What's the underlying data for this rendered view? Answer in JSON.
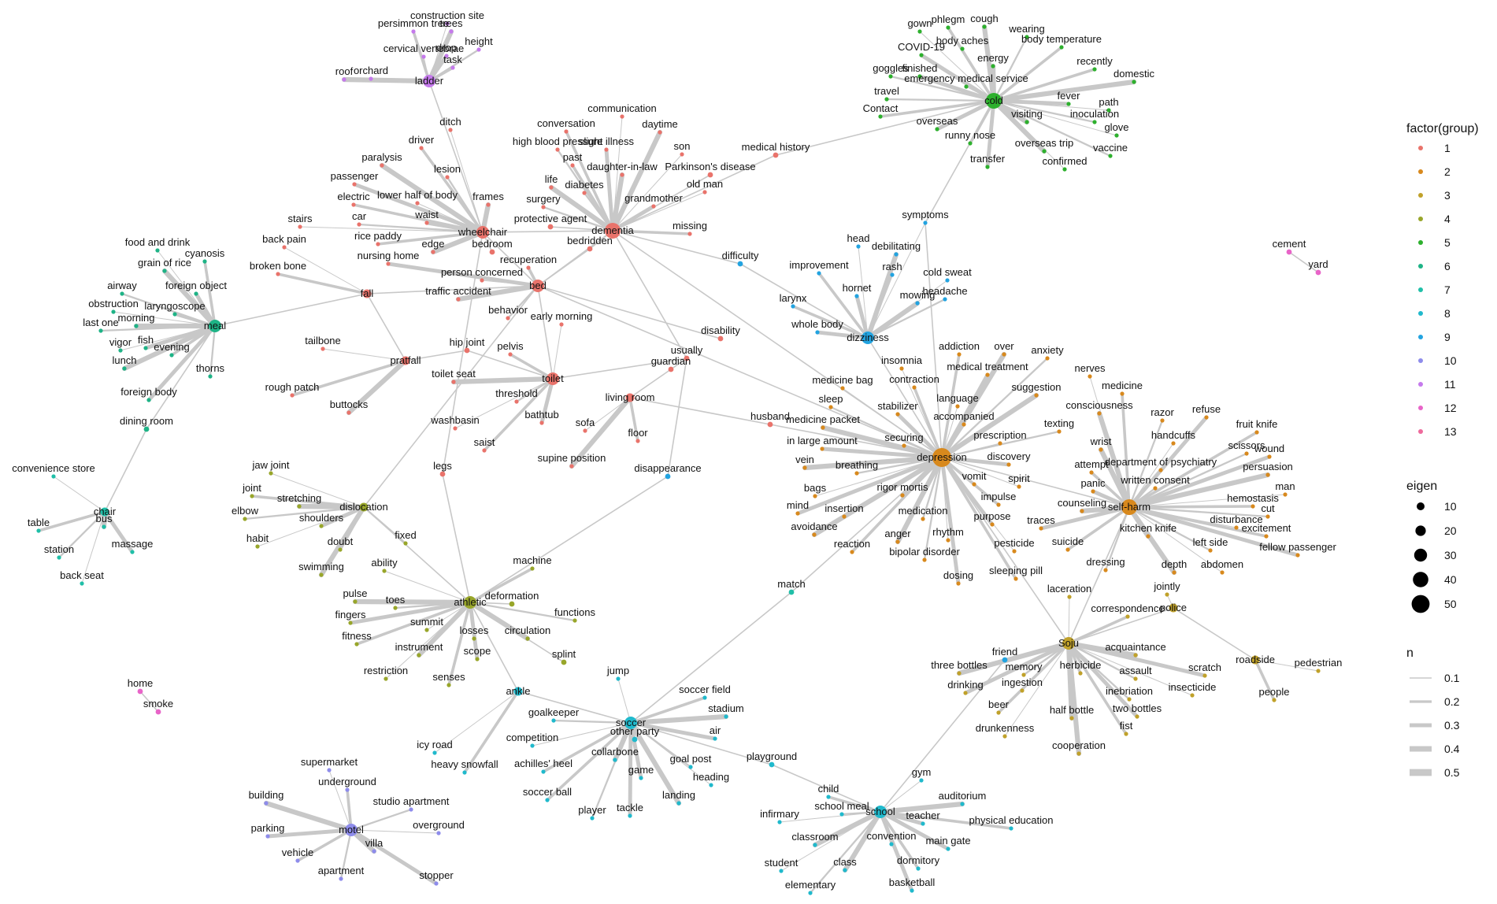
{
  "colors": {
    "1": "#E9736B",
    "2": "#D8891D",
    "3": "#C0A12A",
    "4": "#98A62A",
    "5": "#2DB02D",
    "6": "#1EB386",
    "7": "#20BFA8",
    "8": "#20B9CC",
    "9": "#22A3E0",
    "10": "#8E8CEB",
    "11": "#C57AEC",
    "12": "#E864C8",
    "13": "#EE6A9C"
  },
  "legend": {
    "group_title": "factor(group)",
    "groups": [
      "1",
      "2",
      "3",
      "4",
      "5",
      "6",
      "7",
      "8",
      "9",
      "10",
      "11",
      "12",
      "13"
    ],
    "eigen_title": "eigen",
    "eigen_values": [
      "10",
      "20",
      "30",
      "40",
      "50"
    ],
    "n_title": "n",
    "n_values": [
      "0.1",
      "0.2",
      "0.3",
      "0.4",
      "0.5"
    ]
  },
  "hubs": [
    {
      "id": "ladder",
      "label": "ladder",
      "group": "11",
      "size": "m",
      "leaves": [
        "construction site",
        "persimmon tree",
        "trees",
        "height",
        "drop",
        "cervical vertebrae",
        "task",
        "roof",
        "orchard"
      ]
    },
    {
      "id": "cold",
      "label": "cold",
      "group": "5",
      "size": "l",
      "leaves": [
        "gown",
        "phlegm",
        "cough",
        "wearing",
        "COVID-19",
        "body aches",
        "body temperature",
        "energy",
        "goggles",
        "finished",
        "emergency medical service",
        "recently",
        "domestic",
        "travel",
        "fever",
        "path",
        "Contact",
        "visiting",
        "inoculation",
        "overseas",
        "glove",
        "runny nose",
        "overseas trip",
        "vaccine",
        "transfer",
        "confirmed"
      ]
    },
    {
      "id": "dementia",
      "label": "dementia",
      "group": "1",
      "size": "l",
      "leaves": [
        "communication",
        "conversation",
        "daytime",
        "high blood pressure",
        "slight illness",
        "son",
        "past",
        "daughter-in-law",
        "diabetes",
        "grandmother",
        "old man",
        "missing",
        "life",
        "surgery"
      ]
    },
    {
      "id": "wheelchair",
      "label": "wheelchair",
      "group": "1",
      "size": "m",
      "leaves": [
        "ditch",
        "driver",
        "paralysis",
        "lesion",
        "passenger",
        "lower half of body",
        "electric",
        "frames",
        "car",
        "waist",
        "stairs",
        "rice paddy",
        "edge"
      ]
    },
    {
      "id": "bed",
      "label": "bed",
      "group": "1",
      "size": "m",
      "leaves": [
        "person concerned",
        "recuperation",
        "traffic accident",
        "behavior",
        "nursing home"
      ]
    },
    {
      "id": "fall",
      "label": "fall",
      "group": "1",
      "size": "s",
      "leaves": [
        "back pain",
        "broken bone"
      ]
    },
    {
      "id": "meal",
      "label": "meal",
      "group": "6",
      "size": "m",
      "leaves": [
        "food and drink",
        "cyanosis",
        "grain of rice",
        "airway",
        "foreign object",
        "obstruction",
        "laryngoscope",
        "morning",
        "last one",
        "fish",
        "vigor",
        "evening",
        "lunch",
        "thorns",
        "foreign body"
      ]
    },
    {
      "id": "chair",
      "label": "chair",
      "group": "7",
      "size": "s",
      "leaves": [
        "convenience store",
        "table",
        "bus",
        "station",
        "massage",
        "back seat"
      ]
    },
    {
      "id": "pratfall",
      "label": "pratfall",
      "group": "1",
      "size": "s",
      "leaves": [
        "tailbone",
        "rough patch",
        "buttocks"
      ]
    },
    {
      "id": "toilet",
      "label": "toilet",
      "group": "1",
      "size": "m",
      "leaves": [
        "early morning",
        "pelvis",
        "toilet seat",
        "threshold",
        "bathtub",
        "washbasin",
        "saist"
      ]
    },
    {
      "id": "living room",
      "label": "living room",
      "group": "1",
      "size": "s",
      "leaves": [
        "sofa",
        "floor",
        "supine position"
      ]
    },
    {
      "id": "dislocation",
      "label": "dislocation",
      "group": "4",
      "size": "s",
      "leaves": [
        "jaw joint",
        "joint",
        "stretching",
        "elbow",
        "shoulders",
        "habit",
        "doubt",
        "swimming",
        "fixed"
      ]
    },
    {
      "id": "athletic",
      "label": "athletic",
      "group": "4",
      "size": "m",
      "leaves": [
        "ability",
        "machine",
        "pulse",
        "toes",
        "fingers",
        "summit",
        "fitness",
        "instrument",
        "losses",
        "scope",
        "restriction",
        "senses",
        "circulation",
        "functions"
      ]
    },
    {
      "id": "soccer",
      "label": "soccer",
      "group": "8",
      "size": "m",
      "leaves": [
        "jump",
        "soccer field",
        "stadium",
        "goalkeeper",
        "air",
        "competition",
        "achilles' heel",
        "collarbone",
        "goal post",
        "game",
        "heading",
        "soccer ball",
        "landing",
        "player",
        "tackle"
      ]
    },
    {
      "id": "ankle",
      "label": "ankle",
      "group": "8",
      "size": "s",
      "leaves": [
        "icy road",
        "heavy snowfall"
      ]
    },
    {
      "id": "motel",
      "label": "motel",
      "group": "10",
      "size": "m",
      "leaves": [
        "supermarket",
        "underground",
        "building",
        "studio apartment",
        "parking",
        "overground",
        "vehicle",
        "villa",
        "apartment",
        "stopper"
      ]
    },
    {
      "id": "dizziness",
      "label": "dizziness",
      "group": "9",
      "size": "m",
      "leaves": [
        "head",
        "improvement",
        "debilitating",
        "rash",
        "hornet",
        "cold sweat",
        "larynx",
        "mowing",
        "headache",
        "whole body",
        "symptoms"
      ]
    },
    {
      "id": "depression",
      "label": "depression",
      "group": "2",
      "size": "xl",
      "leaves": [
        "insomnia",
        "addiction",
        "over",
        "anxiety",
        "medical treatment",
        "medicine bag",
        "contraction",
        "suggestion",
        "sleep",
        "stabilizer",
        "language",
        "accompanied",
        "medicine packet",
        "texting",
        "in large amount",
        "prescription",
        "securing",
        "vein",
        "breathing",
        "discovery",
        "bags",
        "vomit",
        "rigor mortis",
        "insertion",
        "mind",
        "spirit",
        "impulse",
        "avoidance",
        "medication",
        "purpose",
        "rhythm",
        "reaction",
        "anger",
        "bipolar disorder",
        "dosing",
        "pesticide",
        "sleeping pill"
      ]
    },
    {
      "id": "self-harm",
      "label": "self-harm",
      "group": "2",
      "size": "l",
      "leaves": [
        "nerves",
        "medicine",
        "consciousness",
        "razor",
        "refuse",
        "handcuffs",
        "fruit knife",
        "wrist",
        "scissors",
        "wound",
        "department of psychiatry",
        "attempt",
        "persuasion",
        "written consent",
        "panic",
        "man",
        "hemostasis",
        "counseling",
        "cut",
        "traces",
        "disturbance",
        "excitement",
        "kitchen knife",
        "left side",
        "fellow passenger",
        "abdomen",
        "suicide",
        "depth",
        "dressing"
      ]
    },
    {
      "id": "Soju",
      "label": "Soju",
      "group": "3",
      "size": "m",
      "leaves": [
        "laceration",
        "correspondence",
        "three bottles",
        "memory",
        "drinking",
        "ingestion",
        "herbicide",
        "acquaintance",
        "assault",
        "scratch",
        "insecticide",
        "beer",
        "half bottle",
        "inebriation",
        "two bottles",
        "drunkenness",
        "fist",
        "cooperation"
      ]
    },
    {
      "id": "police",
      "label": "police",
      "group": "3",
      "size": "s",
      "leaves": [
        "jointly"
      ]
    },
    {
      "id": "roadside",
      "label": "roadside",
      "group": "3",
      "size": "s",
      "leaves": [
        "pedestrian",
        "people"
      ]
    },
    {
      "id": "school",
      "label": "school",
      "group": "8",
      "size": "m",
      "leaves": [
        "gym",
        "child",
        "auditorium",
        "school meal",
        "teacher",
        "infirmary",
        "physical education",
        "classroom",
        "convention",
        "main gate",
        "student",
        "dormitory",
        "class",
        "elementary",
        "basketball"
      ]
    }
  ],
  "singles": [
    {
      "id": "bedridden",
      "label": "bedridden",
      "group": "1"
    },
    {
      "id": "protective agent",
      "label": "protective agent",
      "group": "1"
    },
    {
      "id": "bedroom",
      "label": "bedroom",
      "group": "1"
    },
    {
      "id": "usually",
      "label": "usually",
      "group": "1"
    },
    {
      "id": "guardian",
      "label": "guardian",
      "group": "1"
    },
    {
      "id": "disability",
      "label": "disability",
      "group": "1"
    },
    {
      "id": "hip joint",
      "label": "hip joint",
      "group": "1"
    },
    {
      "id": "husband",
      "label": "husband",
      "group": "1"
    },
    {
      "id": "legs",
      "label": "legs",
      "group": "1"
    },
    {
      "id": "medical history",
      "label": "medical history",
      "group": "1"
    },
    {
      "id": "Parkinson's disease",
      "label": "Parkinson's disease",
      "group": "1"
    },
    {
      "id": "difficulty",
      "label": "difficulty",
      "group": "9"
    },
    {
      "id": "disappearance",
      "label": "disappearance",
      "group": "9"
    },
    {
      "id": "dining room",
      "label": "dining room",
      "group": "6"
    },
    {
      "id": "deformation",
      "label": "deformation",
      "group": "4"
    },
    {
      "id": "splint",
      "label": "splint",
      "group": "4"
    },
    {
      "id": "match",
      "label": "match",
      "group": "7"
    },
    {
      "id": "other party",
      "label": "other party",
      "group": "8"
    },
    {
      "id": "playground",
      "label": "playground",
      "group": "8"
    },
    {
      "id": "friend",
      "label": "friend",
      "group": "9"
    },
    {
      "id": "cement",
      "label": "cement",
      "group": "12"
    },
    {
      "id": "yard",
      "label": "yard",
      "group": "12"
    },
    {
      "id": "home",
      "label": "home",
      "group": "12"
    },
    {
      "id": "smoke",
      "label": "smoke",
      "group": "12"
    }
  ],
  "links": [
    [
      "ladder",
      "wheelchair"
    ],
    [
      "wheelchair",
      "dementia"
    ],
    [
      "wheelchair",
      "bed"
    ],
    [
      "bed",
      "dementia"
    ],
    [
      "bedridden",
      "dementia"
    ],
    [
      "bedridden",
      "bed"
    ],
    [
      "protective agent",
      "dementia"
    ],
    [
      "bedroom",
      "wheelchair"
    ],
    [
      "bed",
      "fall"
    ],
    [
      "fall",
      "meal"
    ],
    [
      "meal",
      "dining room"
    ],
    [
      "dining room",
      "chair"
    ],
    [
      "fall",
      "pratfall"
    ],
    [
      "pratfall",
      "hip joint"
    ],
    [
      "hip joint",
      "toilet"
    ],
    [
      "toilet",
      "bed"
    ],
    [
      "toilet",
      "usually"
    ],
    [
      "usually",
      "dementia"
    ],
    [
      "usually",
      "guardian"
    ],
    [
      "disability",
      "bed"
    ],
    [
      "guardian",
      "living room"
    ],
    [
      "living room",
      "husband"
    ],
    [
      "husband",
      "depression"
    ],
    [
      "bed",
      "depression"
    ],
    [
      "dementia",
      "depression"
    ],
    [
      "dementia",
      "difficulty"
    ],
    [
      "difficulty",
      "dizziness"
    ],
    [
      "dementia",
      "medical history"
    ],
    [
      "medical history",
      "cold"
    ],
    [
      "cold",
      "symptoms"
    ],
    [
      "symptoms",
      "depression"
    ],
    [
      "dizziness",
      "depression"
    ],
    [
      "depression",
      "self-harm"
    ],
    [
      "depression",
      "Soju"
    ],
    [
      "self-harm",
      "Soju"
    ],
    [
      "Soju",
      "police"
    ],
    [
      "police",
      "roadside"
    ],
    [
      "Soju",
      "friend"
    ],
    [
      "friend",
      "school"
    ],
    [
      "depression",
      "match"
    ],
    [
      "match",
      "soccer"
    ],
    [
      "soccer",
      "playground"
    ],
    [
      "playground",
      "school"
    ],
    [
      "soccer",
      "other party"
    ],
    [
      "soccer",
      "ankle"
    ],
    [
      "ankle",
      "athletic"
    ],
    [
      "athletic",
      "deformation"
    ],
    [
      "athletic",
      "legs"
    ],
    [
      "legs",
      "wheelchair"
    ],
    [
      "athletic",
      "dislocation"
    ],
    [
      "dislocation",
      "bed"
    ],
    [
      "athletic",
      "splint"
    ],
    [
      "dementia",
      "Parkinson's disease"
    ],
    [
      "disappearance",
      "usually"
    ],
    [
      "disappearance",
      "athletic"
    ],
    [
      "cement",
      "yard"
    ],
    [
      "home",
      "smoke"
    ]
  ]
}
